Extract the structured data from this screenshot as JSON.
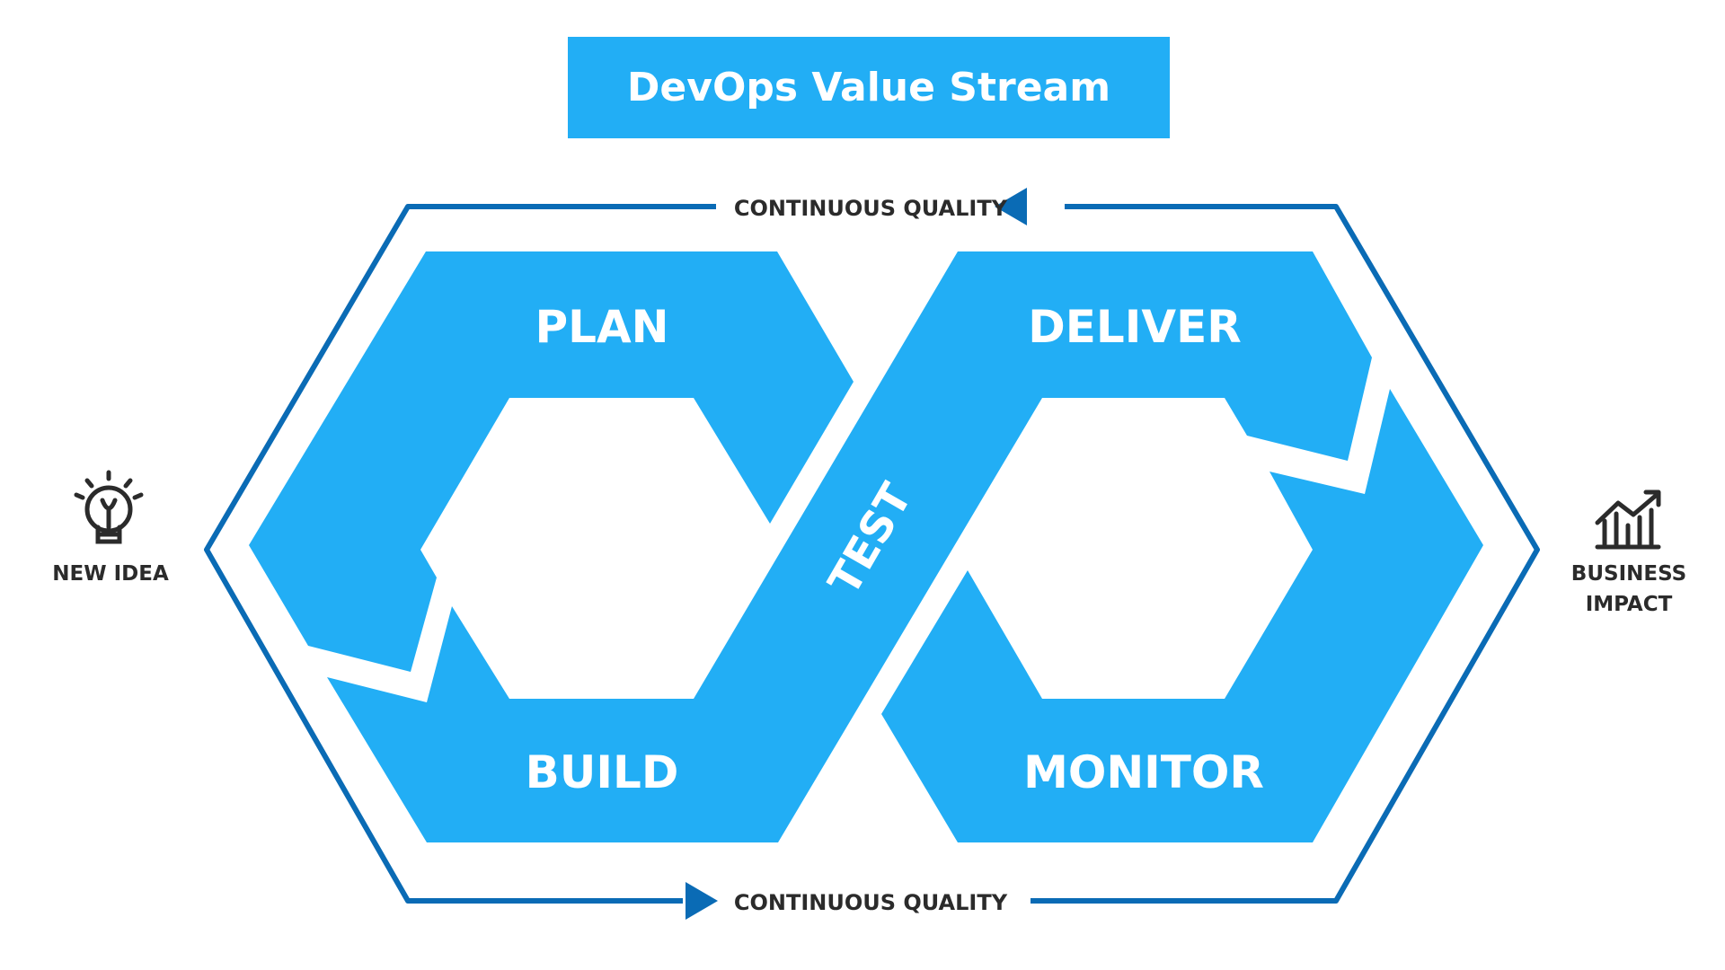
{
  "title": "DevOps Value Stream",
  "stages": {
    "plan": "PLAN",
    "build": "BUILD",
    "test": "TEST",
    "deliver": "DELIVER",
    "monitor": "MONITOR"
  },
  "loop": {
    "top_label": "CONTINUOUS QUALITY",
    "bottom_label": "CONTINUOUS QUALITY"
  },
  "endpoints": {
    "start_label": "NEW IDEA",
    "end_label_line1": "BUSINESS",
    "end_label_line2": "IMPACT",
    "start_icon": "lightbulb-icon",
    "end_icon": "growth-chart-icon"
  },
  "colors": {
    "accent": "#22AEF5",
    "frame": "#0A6BB5",
    "text_dark": "#2B2B2B",
    "text_light": "#FFFFFF"
  }
}
